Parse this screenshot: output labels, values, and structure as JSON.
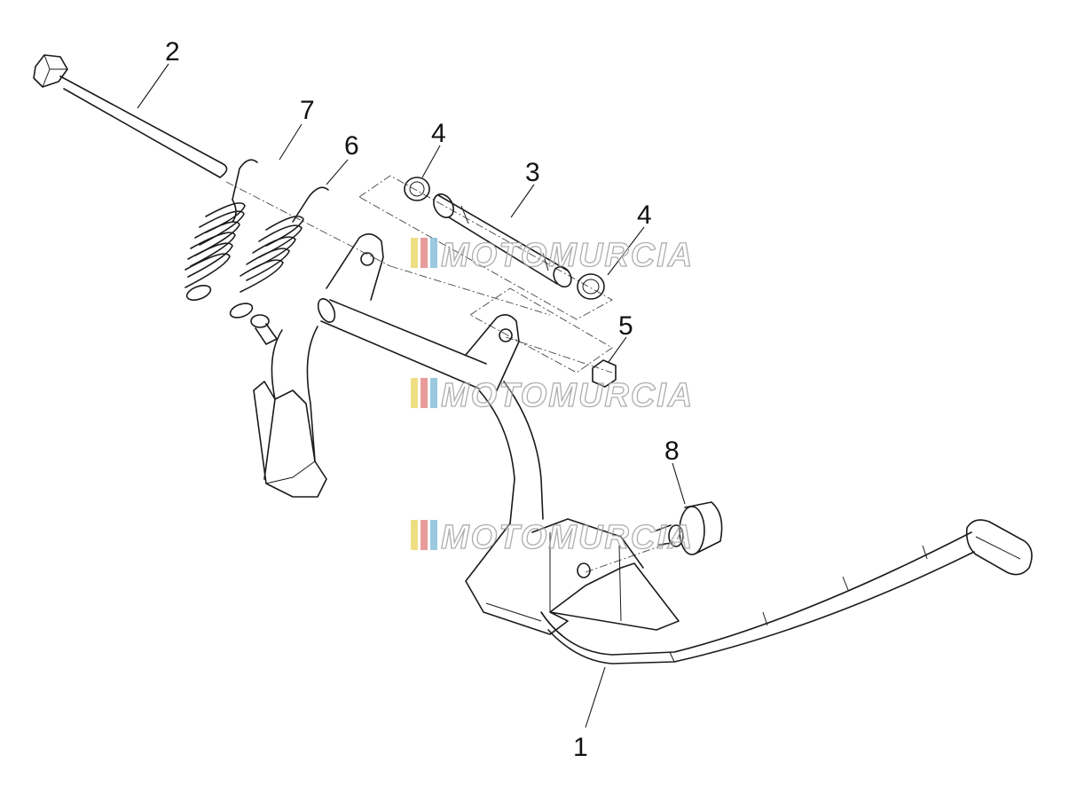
{
  "callouts": [
    {
      "id": "1",
      "label": "1"
    },
    {
      "id": "2",
      "label": "2"
    },
    {
      "id": "3",
      "label": "3"
    },
    {
      "id": "4a",
      "label": "4"
    },
    {
      "id": "4b",
      "label": "4"
    },
    {
      "id": "5",
      "label": "5"
    },
    {
      "id": "6",
      "label": "6"
    },
    {
      "id": "7",
      "label": "7"
    },
    {
      "id": "8",
      "label": "8"
    }
  ],
  "watermark": {
    "text": "MOTOMURCIA",
    "stripe_colors": [
      "#e8d35a",
      "#e07a7a",
      "#7ab8d6"
    ]
  },
  "colors": {
    "line": "#1a1a1a",
    "background": "#ffffff"
  }
}
